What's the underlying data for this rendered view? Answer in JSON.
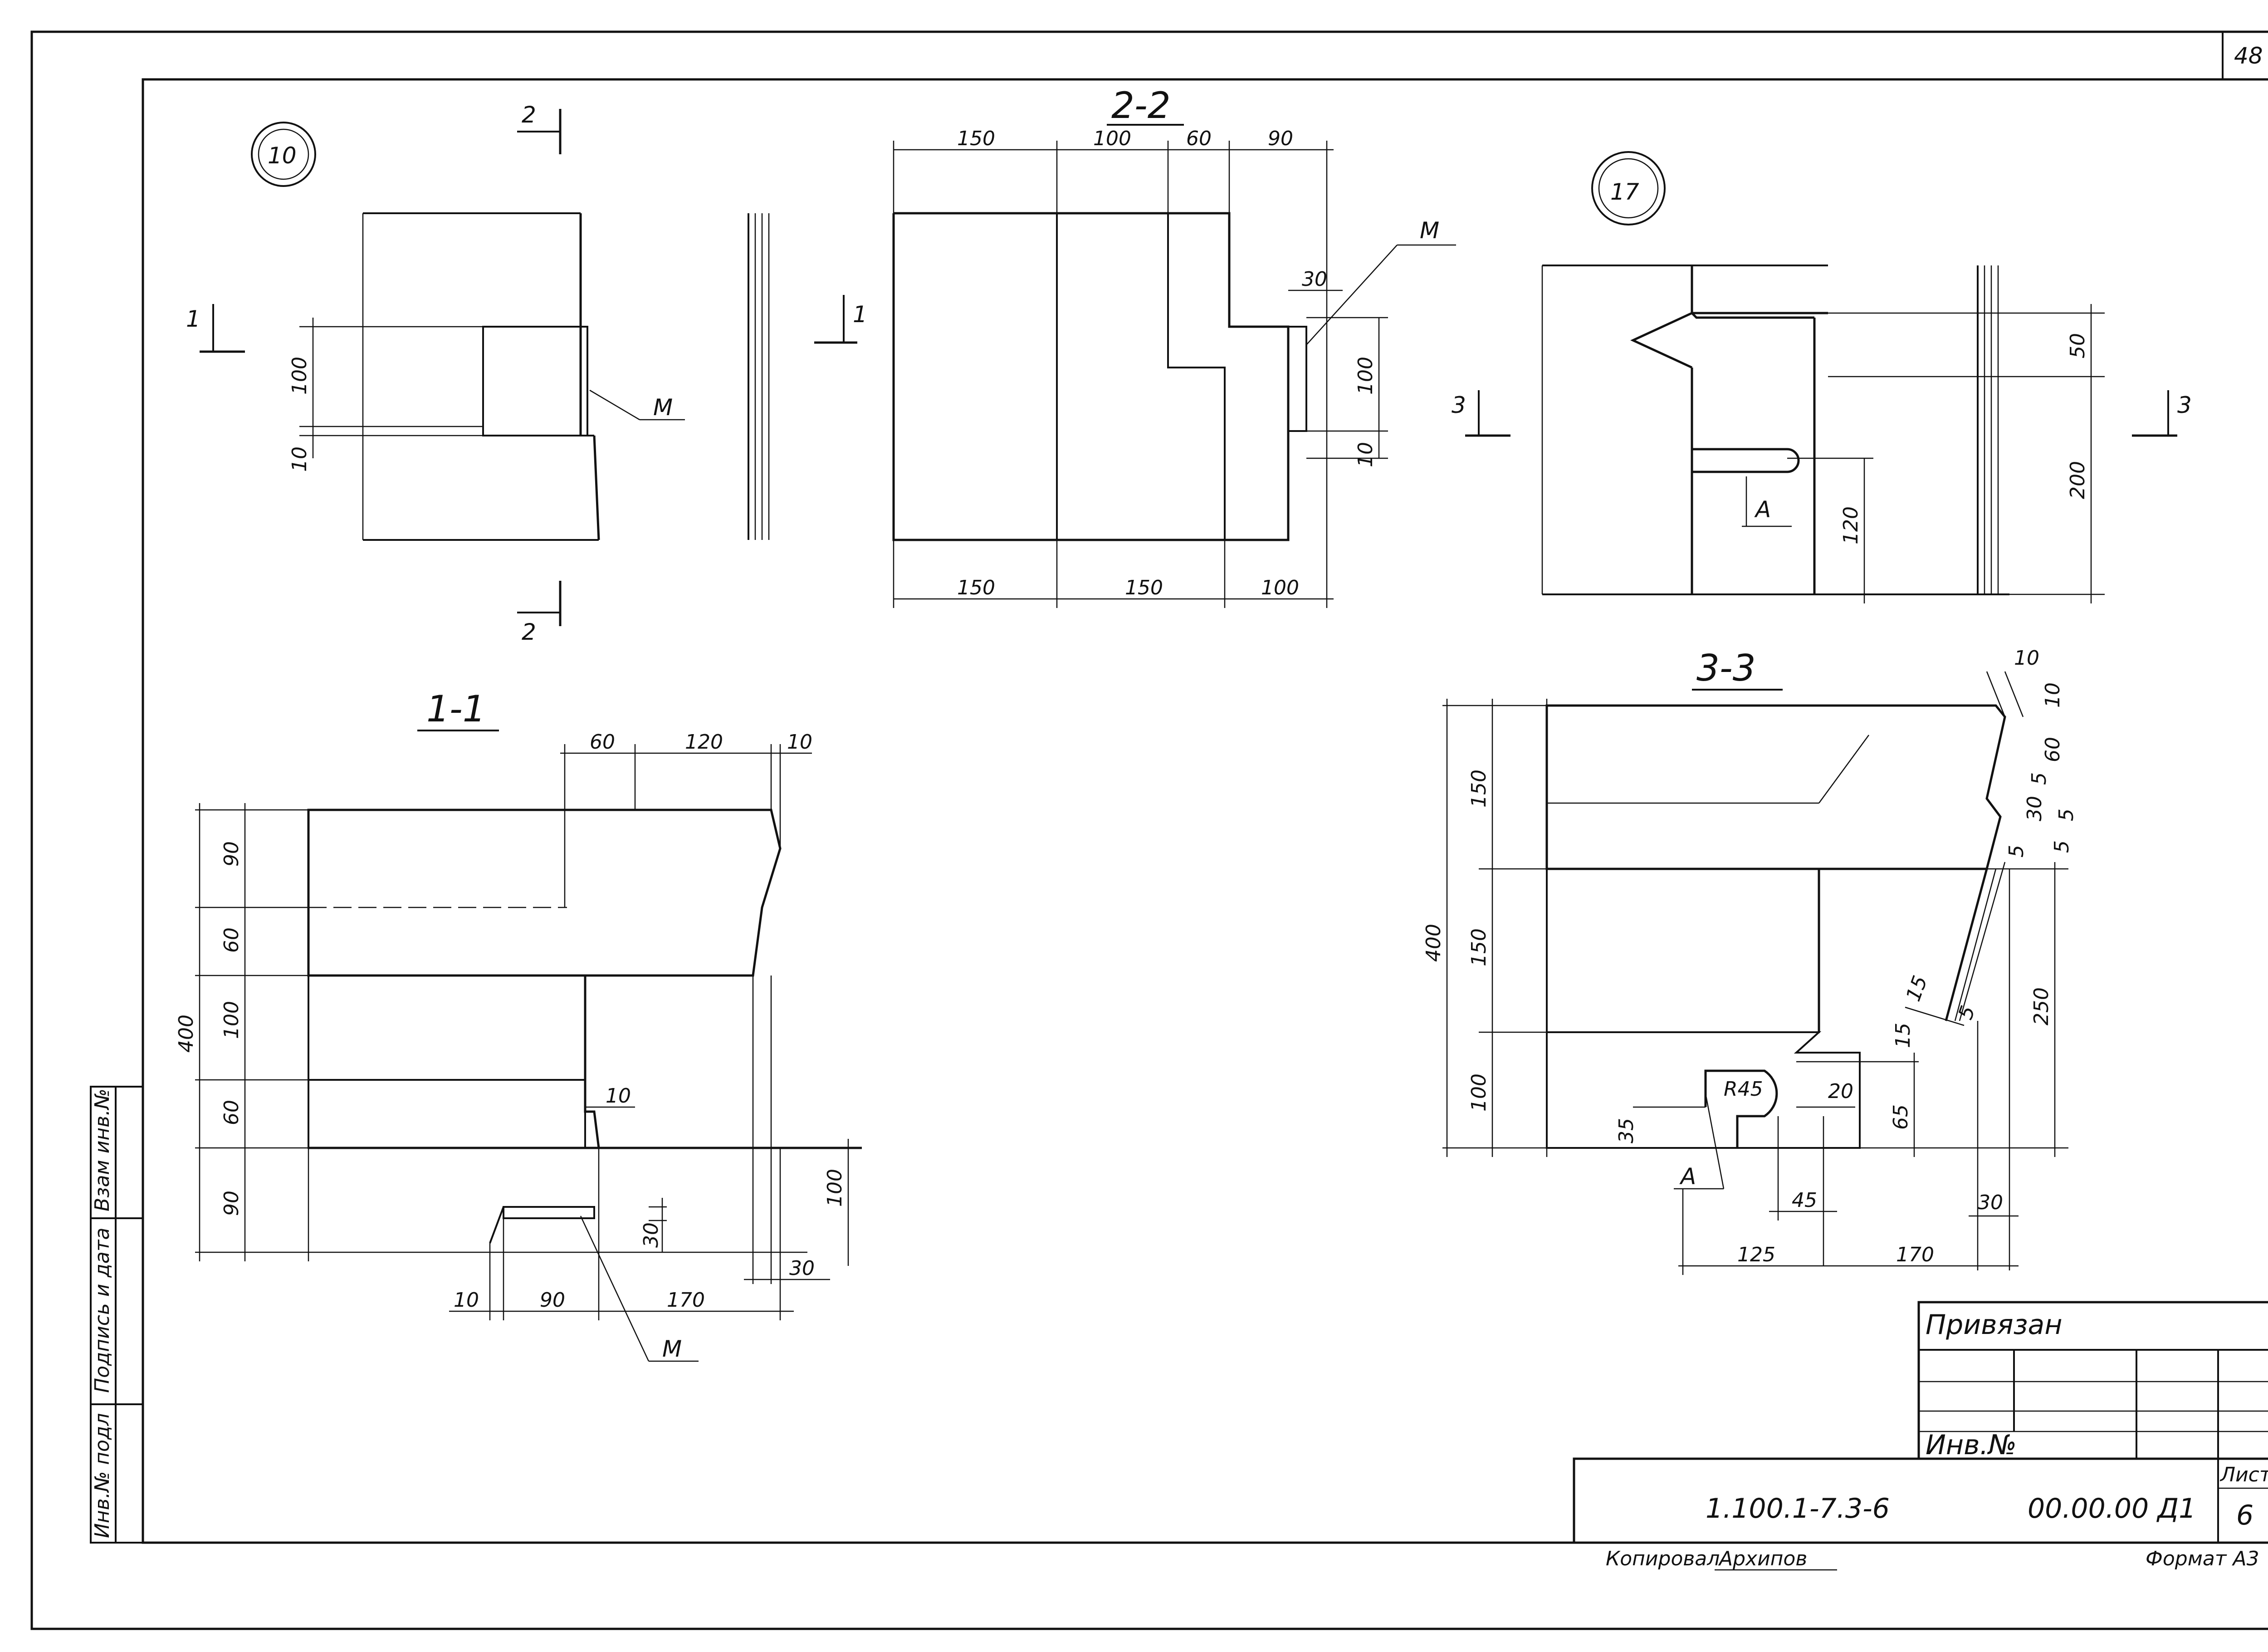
{
  "sheet_number": "48",
  "node_10": {
    "mark": "10",
    "section_arrow_1": "1",
    "section_arrow_2": "2",
    "dims": [
      "100",
      "10"
    ],
    "leader": "М"
  },
  "section_2_2": {
    "title": "2-2",
    "section_arrow": "1",
    "dims_top": [
      "150",
      "100",
      "60",
      "90"
    ],
    "dims_bottom": [
      "150",
      "150",
      "100"
    ],
    "dims_right": [
      "30",
      "100",
      "10"
    ],
    "leader": "М"
  },
  "node_17": {
    "mark": "17",
    "section_arrow_left": "3",
    "section_arrow_right": "3",
    "dims": [
      "50",
      "200",
      "120"
    ],
    "leader": "А"
  },
  "section_1_1": {
    "title": "1-1",
    "dims_top": [
      "60",
      "120",
      "10"
    ],
    "dims_left": [
      "90",
      "60",
      "100",
      "60",
      "90"
    ],
    "dim_total": "400",
    "dims_right": [
      "10",
      "100",
      "30",
      "30"
    ],
    "dims_bottom": [
      "10",
      "90",
      "170"
    ],
    "leader": "М"
  },
  "section_3_3": {
    "title": "3-3",
    "dims_left": [
      "150",
      "150",
      "100"
    ],
    "dim_total": "400",
    "dims_right_top": [
      "10",
      "10",
      "60",
      "5",
      "30",
      "5",
      "5",
      "5"
    ],
    "dims_mid": [
      "15",
      "5",
      "250",
      "15",
      "20",
      "65",
      "35"
    ],
    "radius": "R45",
    "leader": "А",
    "dims_bottom": [
      "45",
      "30",
      "125",
      "170"
    ]
  },
  "side_stamp": [
    "Взам инв.№",
    "Подпись и дата",
    "Инв.№ подл"
  ],
  "title_block": {
    "bound": "Привязан",
    "inv_no": "Инв.№",
    "doc_code": "1.100.1-7.3-6",
    "doc_num": "00.00.00 Д1",
    "sheet_label": "Лист",
    "sheet_value": "6",
    "copied": "Копировал",
    "signature": "Архипов",
    "format": "Формат А3"
  }
}
